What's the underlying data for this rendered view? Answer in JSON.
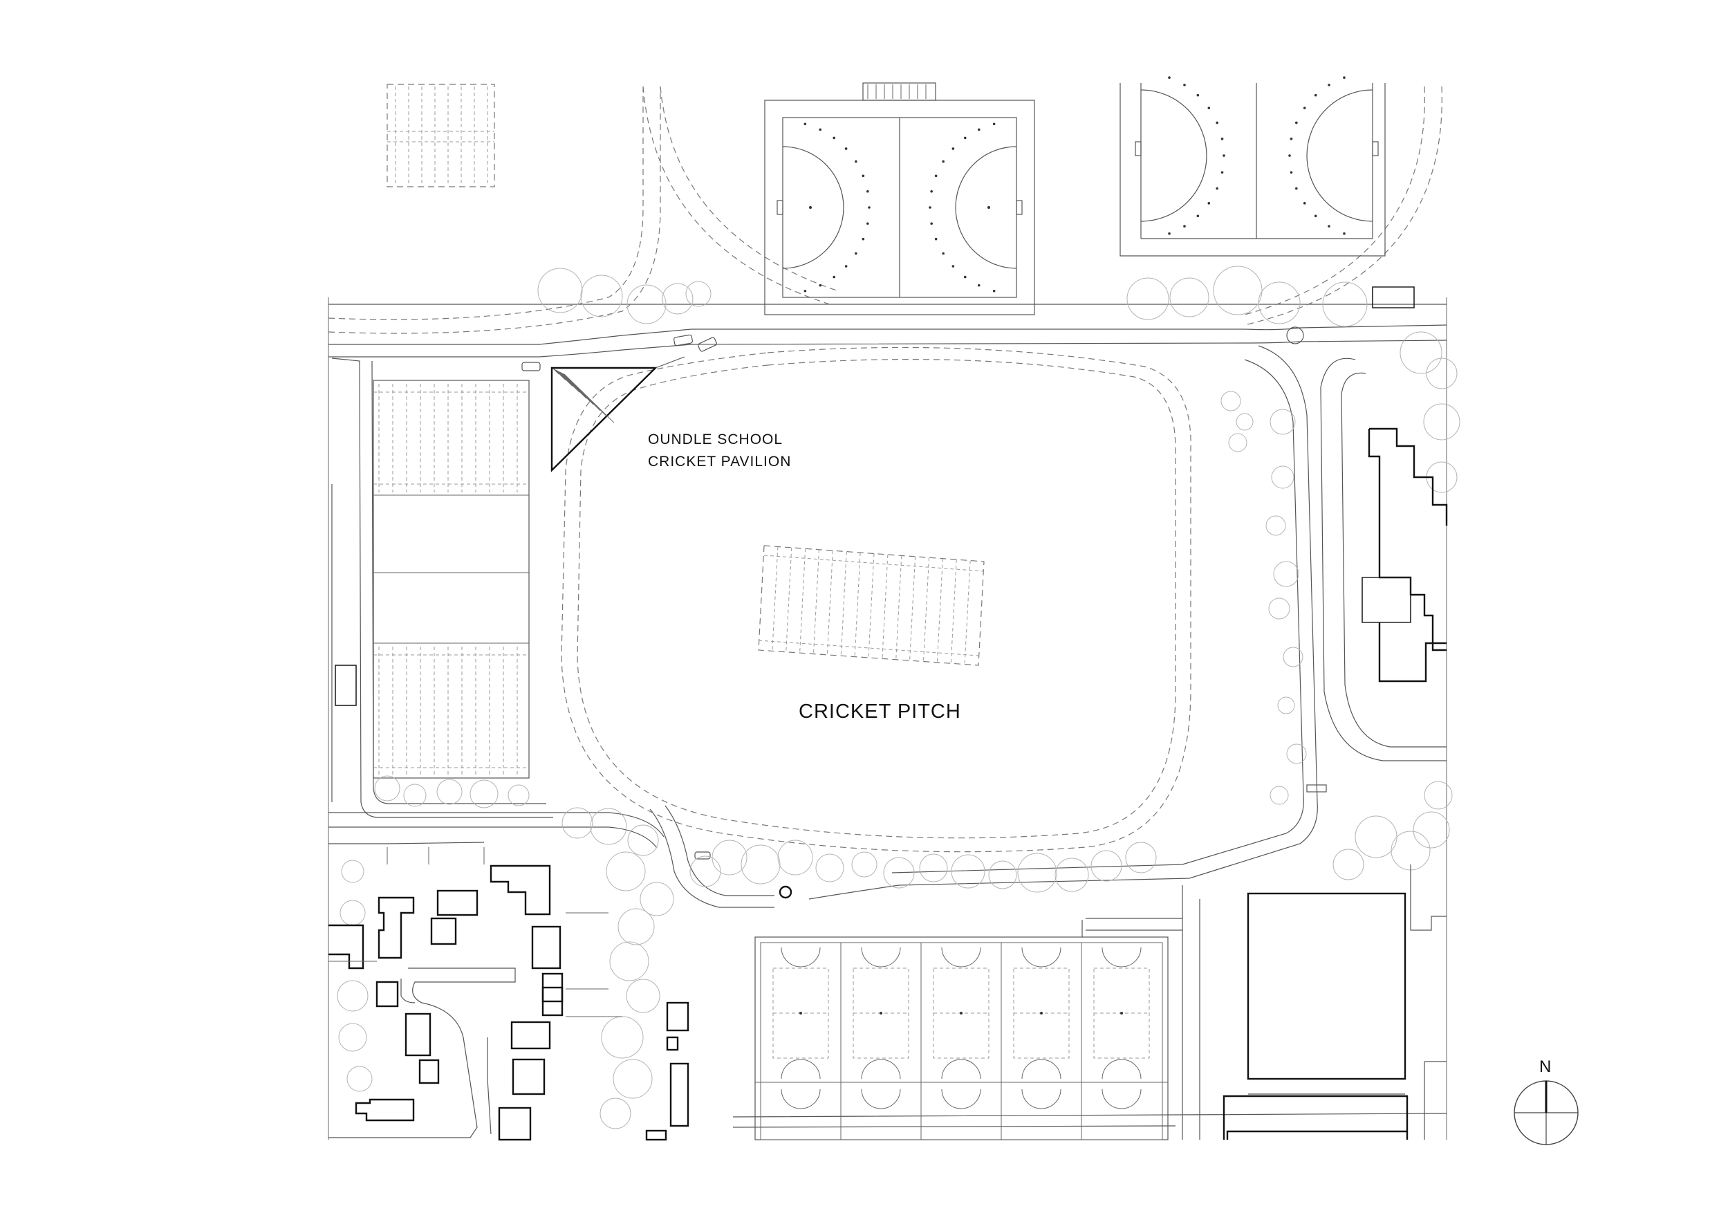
{
  "labels": {
    "pavilion_line1": "OUNDLE SCHOOL",
    "pavilion_line2": "CRICKET PAVILION",
    "pitch": "CRICKET PITCH",
    "north": "N"
  },
  "colors": {
    "line": "#555555",
    "building": "#111111",
    "tree": "#b4b4b4",
    "background": "#ffffff"
  }
}
